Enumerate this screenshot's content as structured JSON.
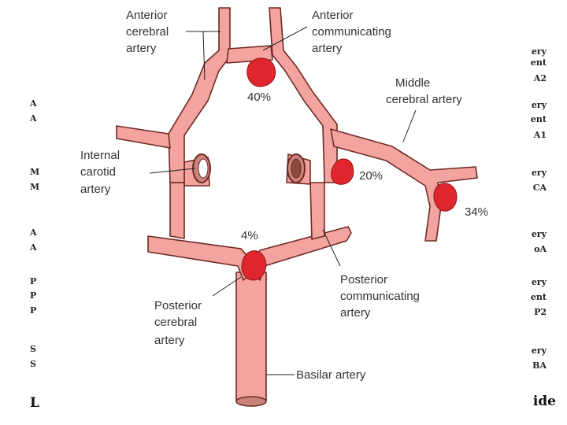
{
  "background_slide": {
    "left_fragments": [
      "A",
      "A",
      "M",
      "M",
      "A",
      "A",
      "P",
      "P",
      "P",
      "S",
      "S"
    ],
    "right_fragments": [
      "ery",
      "ent",
      "A2",
      "ery",
      "ent",
      "A1",
      "ery",
      "CA",
      "ery",
      "oA",
      "ery",
      "ent",
      "P2",
      "ery",
      "BA"
    ],
    "bottom_left": "L",
    "bottom_right": "ide"
  },
  "diagram": {
    "labels": {
      "aca": [
        "Anterior",
        "cerebral",
        "artery"
      ],
      "acom": [
        "Anterior",
        "communicating",
        "artery"
      ],
      "mca": [
        "Middle",
        "cerebral artery"
      ],
      "ica": [
        "Internal",
        "carotid",
        "artery"
      ],
      "pcom": [
        "Posterior",
        "communicating",
        "artery"
      ],
      "pca": [
        "Posterior",
        "cerebral",
        "artery"
      ],
      "basilar": "Basilar artery"
    },
    "percentages": {
      "acom": "40%",
      "ica": "20%",
      "mca": "34%",
      "basilar": "4%"
    },
    "colors": {
      "vessel": "#f3a3a0",
      "vessel_outline": "#6e2a22",
      "aneurysm": "#e0262c",
      "lumen": "#c9837c"
    }
  }
}
